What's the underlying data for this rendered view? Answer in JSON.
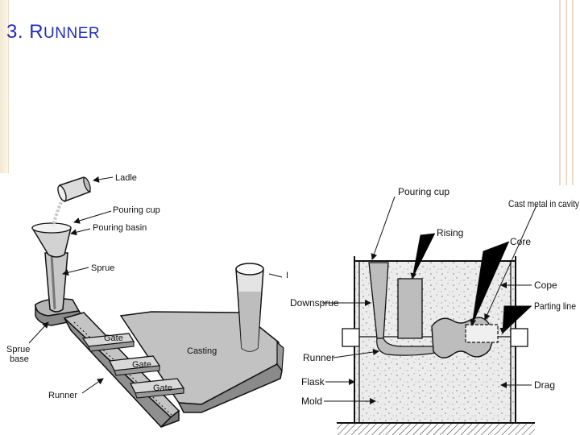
{
  "slide": {
    "number": "3.",
    "title_first": "R",
    "title_rest": "UNNER"
  },
  "left_diagram": {
    "labels": {
      "ladle": "Ladle",
      "pouring_cup": "Pouring cup",
      "pouring_basin": "Pouring basin",
      "sprue": "Sprue",
      "sprue_base_1": "Sprue",
      "sprue_base_2": "base",
      "runner": "Runner",
      "gate1": "Gate",
      "gate2": "Gate",
      "gate3": "Gate",
      "casting": "Casting",
      "riser_partial": "I"
    }
  },
  "right_diagram": {
    "labels": {
      "pouring_cup": "Pouring cup",
      "cast_metal": "Cast metal in cavity",
      "rising": "Rising",
      "core": "Core",
      "downsprue": "Downsprue",
      "cope": "Cope",
      "parting_line": "Parting line",
      "runner": "Runner",
      "flask": "Flask",
      "drag": "Drag",
      "mold": "Mold"
    }
  }
}
